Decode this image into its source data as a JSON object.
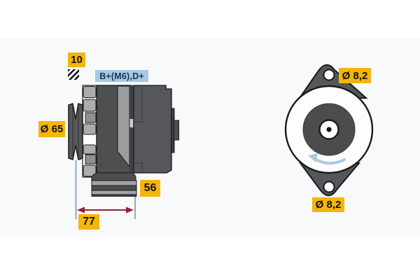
{
  "diagram": {
    "title": "alternator-technical-drawing",
    "callouts": {
      "shaft": "10",
      "terminals": "B+(M6),D+",
      "pulley_diameter": "Ø 65",
      "foot_width": "56",
      "mount_span": "77",
      "top_hole_diameter": "Ø 8,2",
      "bottom_hole_diameter": "Ø 8,2"
    },
    "icons": {
      "hatch": "knurl-hatch-icon",
      "rotation": "rotation-ccw-arrow-icon"
    },
    "colors": {
      "callout_bg": "#f5b50c",
      "terminal_bg": "#a9c7e3",
      "terminal_text": "#16365a",
      "dimension_line": "#7695b0",
      "dimension_arrow": "#8e2433",
      "body_dark": "#4d4f51",
      "body_mid": "#55575a",
      "body_light": "#a2a4a6",
      "rotation_arrow": "#aac9e3"
    }
  }
}
